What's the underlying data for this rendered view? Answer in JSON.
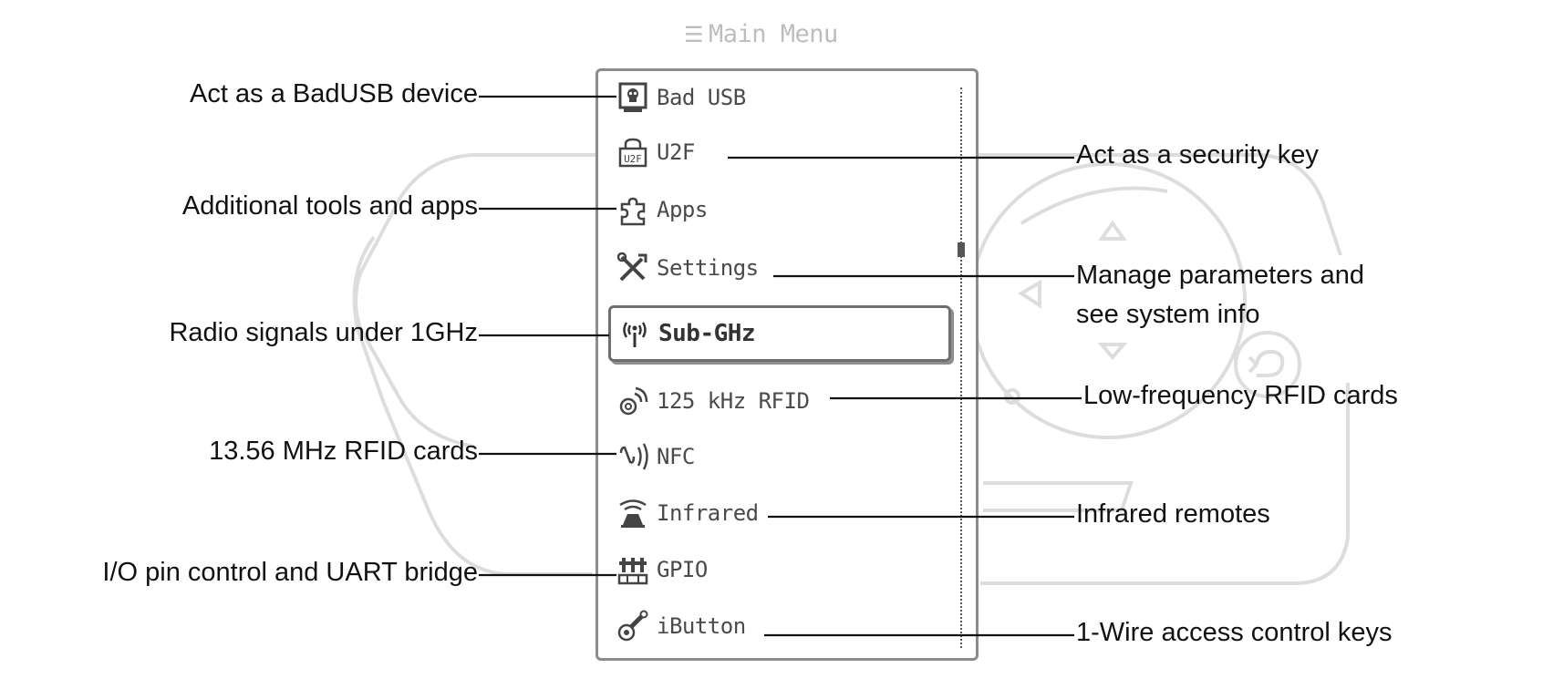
{
  "title": {
    "glyph": "☰",
    "text": "Main Menu"
  },
  "menu_items": [
    {
      "label": "Bad USB",
      "icon": "skull-usb-icon"
    },
    {
      "label": "U2F",
      "icon": "u2f-key-icon"
    },
    {
      "label": "Apps",
      "icon": "puzzle-icon"
    },
    {
      "label": "Settings",
      "icon": "tools-icon"
    },
    {
      "label": "Sub-GHz",
      "icon": "antenna-icon",
      "selected": true
    },
    {
      "label": "125 kHz RFID",
      "icon": "rfid-icon"
    },
    {
      "label": "NFC",
      "icon": "nfc-icon"
    },
    {
      "label": "Infrared",
      "icon": "infrared-icon"
    },
    {
      "label": "GPIO",
      "icon": "gpio-icon"
    },
    {
      "label": "iButton",
      "icon": "ibutton-key-icon"
    }
  ],
  "callouts": {
    "badusb": "Act as a BadUSB device",
    "u2f": "Act as a security key",
    "apps": "Additional tools and apps",
    "settings_line1": "Manage parameters and",
    "settings_line2": "see system info",
    "subghz": "Radio signals under 1GHz",
    "rfid": "Low-frequency RFID cards",
    "nfc": "13.56 MHz RFID cards",
    "infrared": "Infrared remotes",
    "gpio": "I/O pin control and UART bridge",
    "ibutton": "1-Wire access control keys"
  },
  "colors": {
    "line": "#111111",
    "frame": "#8c8c8c",
    "watermark": "#dcdcdc",
    "menu_text": "#4a4a4a"
  }
}
